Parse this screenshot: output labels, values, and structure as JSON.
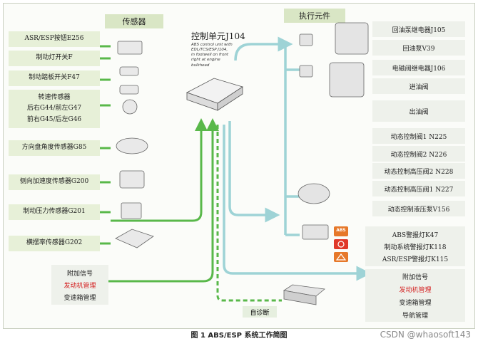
{
  "headers": {
    "sensors": "传感器",
    "actuators": "执行元件"
  },
  "ecu": {
    "title": "控制单元J104",
    "desc": [
      "ABS control unit with",
      "EDL/TCS/ESP J104,",
      "in footwell on front",
      "right at engine",
      "bulkhead"
    ]
  },
  "sensors": [
    "ASR/ESP按钮E256",
    "制动灯开关F",
    "制动踏板开关F47",
    "转速传感器",
    "后右G44/前左G47",
    "前右G45/后左G46",
    "方向盘角度传感器G85",
    "侧向加速度传感器G200",
    "制动压力传感器G201",
    "横摆率传感器G202"
  ],
  "additional_left": {
    "title": "附加信号",
    "engine": "发动机管理",
    "gearbox": "变速箱管理"
  },
  "actuators": [
    "回油泵继电器J105",
    "回油泵V39",
    "电磁阀继电器J106",
    "进油阀",
    "出油阀",
    "动态控制阀1 N225",
    "动态控制阀2 N226",
    "动态控制高压阀2 N228",
    "动态控制高压阀1 N227",
    "动态控制液压泵V156"
  ],
  "warning_lights": [
    "ABS警报灯K47",
    "制动系统警报灯K118",
    "ASR/ESP警报灯K115"
  ],
  "additional_right": {
    "title": "附加信号",
    "engine": "发动机管理",
    "gearbox": "变速箱管理",
    "nav": "导航管理"
  },
  "abs_icon_text": "ABS",
  "diagnosis": "自诊断",
  "caption": "图 1 ABS/ESP 系统工作简图",
  "watermark": "CSDN @whaosoft143",
  "colors": {
    "green_arrow": "#59b84a",
    "teal_arrow": "#9ed3d6",
    "box_green": "#e7f0d8",
    "warning_orange": "#e6782a"
  }
}
